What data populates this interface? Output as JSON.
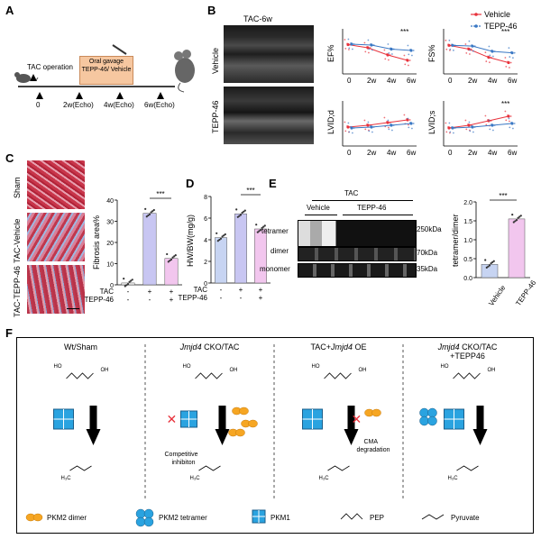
{
  "panels": {
    "A": "A",
    "B": "B",
    "C": "C",
    "D": "D",
    "E": "E",
    "F": "F"
  },
  "panelA": {
    "tac_operation": "TAC operation",
    "gavage": "Oral gavage TEPP-46/ Vehicle",
    "ticks": [
      "0",
      "2w(Echo)",
      "4w(Echo)",
      "6w(Echo)"
    ]
  },
  "panelB": {
    "title": "TAC-6w",
    "row_labels": [
      "Vehicle",
      "TEPP-46"
    ],
    "legend": [
      "Vehicle",
      "TEPP-46"
    ],
    "colors": {
      "vehicle": "#e8323c",
      "tepp": "#3a78c4"
    },
    "plots": [
      {
        "ylabel": "EF%",
        "sig": "***",
        "x": [
          "0",
          "2w",
          "4w",
          "6w"
        ],
        "vehicle": [
          65,
          58,
          42,
          30
        ],
        "tepp": [
          66,
          64,
          55,
          52
        ]
      },
      {
        "ylabel": "FS%",
        "sig": "***",
        "x": [
          "0",
          "2w",
          "4w",
          "6w"
        ],
        "vehicle": [
          38,
          33,
          22,
          15
        ],
        "tepp": [
          38,
          37,
          30,
          28
        ]
      },
      {
        "ylabel": "LVID;d",
        "sig": "",
        "x": [
          "0",
          "2w",
          "4w",
          "6w"
        ],
        "vehicle": [
          3.1,
          3.3,
          3.6,
          3.9
        ],
        "tepp": [
          3.0,
          3.1,
          3.3,
          3.5
        ]
      },
      {
        "ylabel": "LVID;s",
        "sig": "***",
        "x": [
          "0",
          "2w",
          "4w",
          "6w"
        ],
        "vehicle": [
          2.0,
          2.3,
          2.8,
          3.3
        ],
        "tepp": [
          2.0,
          2.1,
          2.3,
          2.5
        ]
      }
    ]
  },
  "panelC": {
    "row_labels": [
      "Sham",
      "TAC-Vehicle",
      "TAC-TEPP-46"
    ],
    "ylabel": "Fibrosis area%",
    "yticks": [
      "0",
      "10",
      "20",
      "30",
      "40"
    ],
    "sig": "***",
    "rows": [
      {
        "label": "TAC",
        "vals": [
          "-",
          "+",
          "+"
        ]
      },
      {
        "label": "TEPP-46",
        "vals": [
          "-",
          "-",
          "+"
        ]
      }
    ],
    "colors": [
      "#f2f2f2",
      "#c8c6f2",
      "#f2c6ee"
    ]
  },
  "panelD": {
    "ylabel": "HW/BW(mg/g)",
    "yticks": [
      "0",
      "2",
      "4",
      "6",
      "8"
    ],
    "sig": "***",
    "rows": [
      {
        "label": "TAC",
        "vals": [
          "-",
          "+",
          "+"
        ]
      },
      {
        "label": "TEPP-46",
        "vals": [
          "-",
          "-",
          "+"
        ]
      }
    ],
    "colors": [
      "#c7d4f2",
      "#c8c6f2",
      "#f2c6ee"
    ]
  },
  "panelE": {
    "tac": "TAC",
    "groups": [
      "Vehicle",
      "TEPP-46"
    ],
    "bands": [
      "tetramer",
      "dimer",
      "monomer"
    ],
    "markers": [
      "250kDa",
      "70kDa",
      "35kDa"
    ],
    "ylabel": "tetramer/dimer",
    "yticks": [
      "0.0",
      "0.5",
      "1.0",
      "1.5",
      "2.0"
    ],
    "sig": "***",
    "xcats": [
      "Vehicle",
      "TEPP-46"
    ],
    "colors": [
      "#c7d4f2",
      "#f2c6ee"
    ]
  },
  "panelF": {
    "columns": [
      {
        "title": "Wt/Sham",
        "title_parts": [
          [
            "Wt/Sham",
            false
          ]
        ]
      },
      {
        "title": "Jmjd4 CKO/TAC",
        "title_parts": [
          [
            "Jmjd4",
            true
          ],
          [
            " CKO/TAC",
            false
          ]
        ],
        "note": "Competitive inhibiton"
      },
      {
        "title": "TAC+Jmjd4 OE",
        "title_parts": [
          [
            "TAC+",
            false
          ],
          [
            "Jmjd4",
            true
          ],
          [
            " OE",
            false
          ]
        ],
        "note": "CMA degradation"
      },
      {
        "title": "Jmjd4 CKO/TAC +TEPP46",
        "title_parts": [
          [
            "Jmjd4",
            true
          ],
          [
            " CKO/TAC",
            false
          ]
        ],
        "title2": "+TEPP46"
      }
    ],
    "legend": [
      "PKM2 dimer",
      "PKM2 tetramer",
      "PKM1",
      "PEP",
      "Pyruvate"
    ]
  },
  "chart_data": [
    {
      "type": "bar",
      "title": "",
      "ylabel": "Fibrosis area%",
      "categories": [
        "Sham",
        "TAC-Vehicle",
        "TAC-TEPP-46"
      ],
      "values": [
        1,
        38,
        14
      ],
      "ylim": [
        0,
        45
      ]
    },
    {
      "type": "bar",
      "title": "",
      "ylabel": "HW/BW(mg/g)",
      "categories": [
        "Sham",
        "TAC-Vehicle",
        "TAC-TEPP-46"
      ],
      "values": [
        4.2,
        6.4,
        5.0
      ],
      "ylim": [
        0,
        8
      ]
    },
    {
      "type": "bar",
      "title": "",
      "ylabel": "tetramer/dimer",
      "categories": [
        "Vehicle",
        "TEPP-46"
      ],
      "values": [
        0.35,
        1.55
      ],
      "ylim": [
        0,
        2
      ]
    },
    {
      "type": "line",
      "ylabel": "EF%",
      "x": [
        "0",
        "2w",
        "4w",
        "6w"
      ],
      "series": [
        {
          "name": "Vehicle",
          "values": [
            65,
            58,
            42,
            30
          ]
        },
        {
          "name": "TEPP-46",
          "values": [
            66,
            64,
            55,
            52
          ]
        }
      ]
    },
    {
      "type": "line",
      "ylabel": "FS%",
      "x": [
        "0",
        "2w",
        "4w",
        "6w"
      ],
      "series": [
        {
          "name": "Vehicle",
          "values": [
            38,
            33,
            22,
            15
          ]
        },
        {
          "name": "TEPP-46",
          "values": [
            38,
            37,
            30,
            28
          ]
        }
      ]
    },
    {
      "type": "line",
      "ylabel": "LVID;d",
      "x": [
        "0",
        "2w",
        "4w",
        "6w"
      ],
      "series": [
        {
          "name": "Vehicle",
          "values": [
            3.1,
            3.3,
            3.6,
            3.9
          ]
        },
        {
          "name": "TEPP-46",
          "values": [
            3.0,
            3.1,
            3.3,
            3.5
          ]
        }
      ]
    },
    {
      "type": "line",
      "ylabel": "LVID;s",
      "x": [
        "0",
        "2w",
        "4w",
        "6w"
      ],
      "series": [
        {
          "name": "Vehicle",
          "values": [
            2.0,
            2.3,
            2.8,
            3.3
          ]
        },
        {
          "name": "TEPP-46",
          "values": [
            2.0,
            2.1,
            2.3,
            2.5
          ]
        }
      ]
    }
  ]
}
